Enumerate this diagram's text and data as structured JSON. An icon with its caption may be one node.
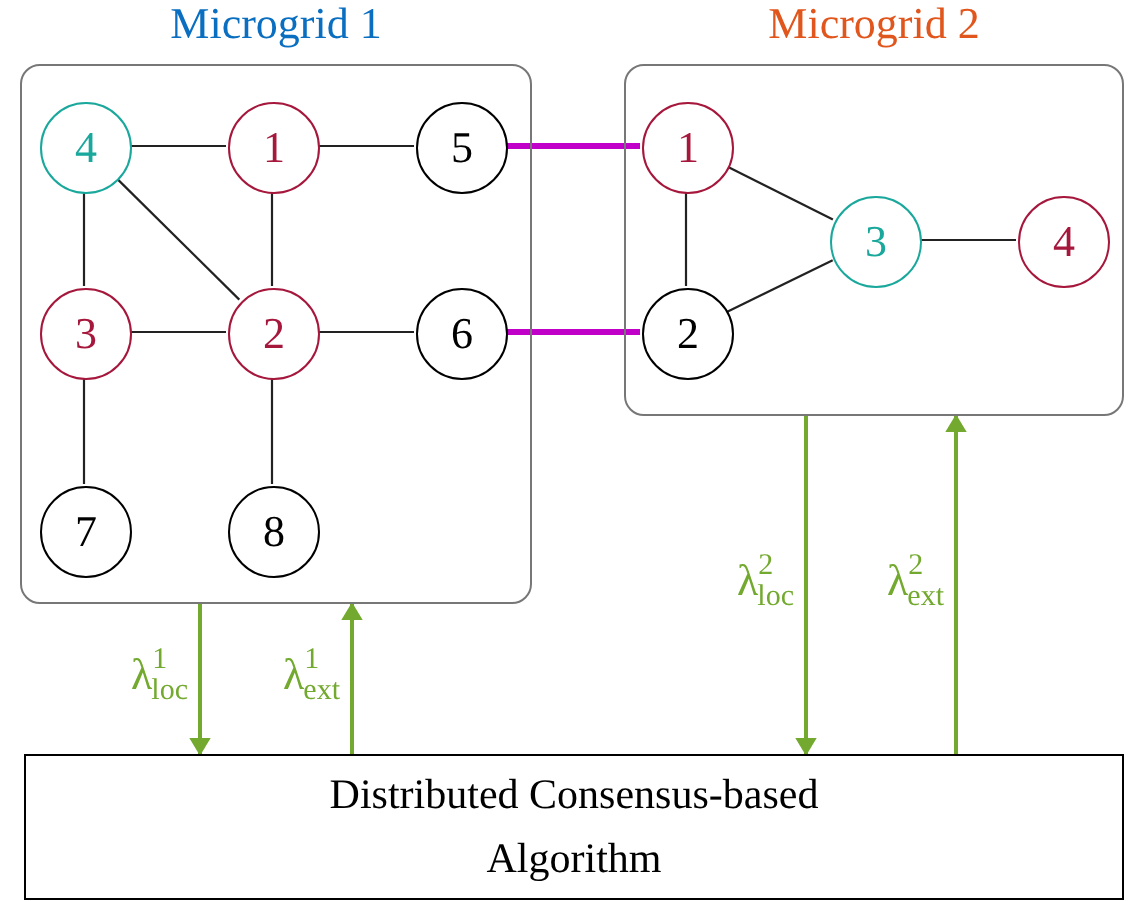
{
  "diagram": {
    "nodes": [
      {
        "text": [
          "Microgrid 1"
        ]
      },
      {
        "text": [
          "4"
        ],
        "in": 0
      },
      {
        "text": [
          "1"
        ],
        "in": 0
      },
      {
        "text": [
          "5"
        ],
        "in": 0
      },
      {
        "text": [
          "3"
        ],
        "in": 0
      },
      {
        "text": [
          "2"
        ],
        "in": 0
      },
      {
        "text": [
          "6"
        ],
        "in": 0
      },
      {
        "text": [
          "7"
        ],
        "in": 0
      },
      {
        "text": [
          "8"
        ],
        "in": 0
      },
      {
        "text": [
          "Microgrid 2"
        ]
      },
      {
        "text": [
          "1"
        ],
        "in": 9
      },
      {
        "text": [
          "3"
        ],
        "in": 9
      },
      {
        "text": [
          "4"
        ],
        "in": 9
      },
      {
        "text": [
          "2"
        ],
        "in": 9
      },
      {
        "text": [
          "Distributed Consensus-based Algorithm"
        ]
      }
    ],
    "edges": [
      {
        "from": 1,
        "to": 2,
        "arrow": "none"
      },
      {
        "from": 2,
        "to": 3,
        "arrow": "none"
      },
      {
        "from": 1,
        "to": 4,
        "arrow": "none"
      },
      {
        "from": 1,
        "to": 5,
        "arrow": "none"
      },
      {
        "from": 2,
        "to": 5,
        "arrow": "none"
      },
      {
        "from": 4,
        "to": 5,
        "arrow": "none"
      },
      {
        "from": 5,
        "to": 6,
        "arrow": "none"
      },
      {
        "from": 4,
        "to": 7,
        "arrow": "none"
      },
      {
        "from": 5,
        "to": 8,
        "arrow": "none"
      },
      {
        "from": 3,
        "to": 10,
        "arrow": "none",
        "style": "thick",
        "color": "#c000c8"
      },
      {
        "from": 6,
        "to": 13,
        "arrow": "none",
        "style": "thick",
        "color": "#c000c8"
      },
      {
        "from": 10,
        "to": 11,
        "arrow": "none"
      },
      {
        "from": 10,
        "to": 13,
        "arrow": "none"
      },
      {
        "from": 13,
        "to": 11,
        "arrow": "none"
      },
      {
        "from": 11,
        "to": 12,
        "arrow": "none"
      },
      {
        "from": 0,
        "to": 14,
        "arrow": "to",
        "color": "#72a92e",
        "label": "λ$^{1}$$_{loc}$"
      },
      {
        "from": 14,
        "to": 0,
        "arrow": "to",
        "color": "#72a92e",
        "label": "λ$^{1}$$_{ext}$"
      },
      {
        "from": 9,
        "to": 14,
        "arrow": "to",
        "color": "#72a92e",
        "label": "λ$^{2}$$_{loc}$"
      },
      {
        "from": 14,
        "to": 9,
        "arrow": "to",
        "color": "#72a92e",
        "label": "λ$^{2}$$_{ext}$"
      }
    ]
  }
}
